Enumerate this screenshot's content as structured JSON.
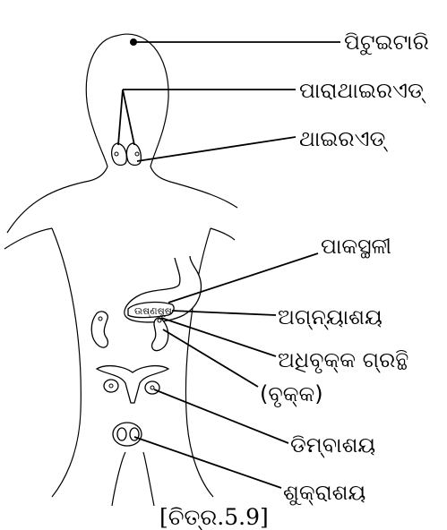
{
  "labels": {
    "pituitary": "ପିଟୁଇଟାରି",
    "parathyroid": "ପାରାଥାଇରଏଡ୍",
    "thyroid": "ଥାଇରଏଡ୍",
    "stomach": "ପାକସ୍ଥଳୀ",
    "pancreas": "ଅଗ୍ନ୍ୟାଶୟ",
    "adrenal": "ଅଧିବୃକ୍‌କ ଗ୍ରନ୍ଥି",
    "kidney": "(ବୃକ୍‌କ)",
    "ovary": "ଡିମ୍ବାଶୟ",
    "testis": "ଶୁକ୍ରାଶୟ"
  },
  "caption": "[ଚିତ୍ର.5.9]"
}
